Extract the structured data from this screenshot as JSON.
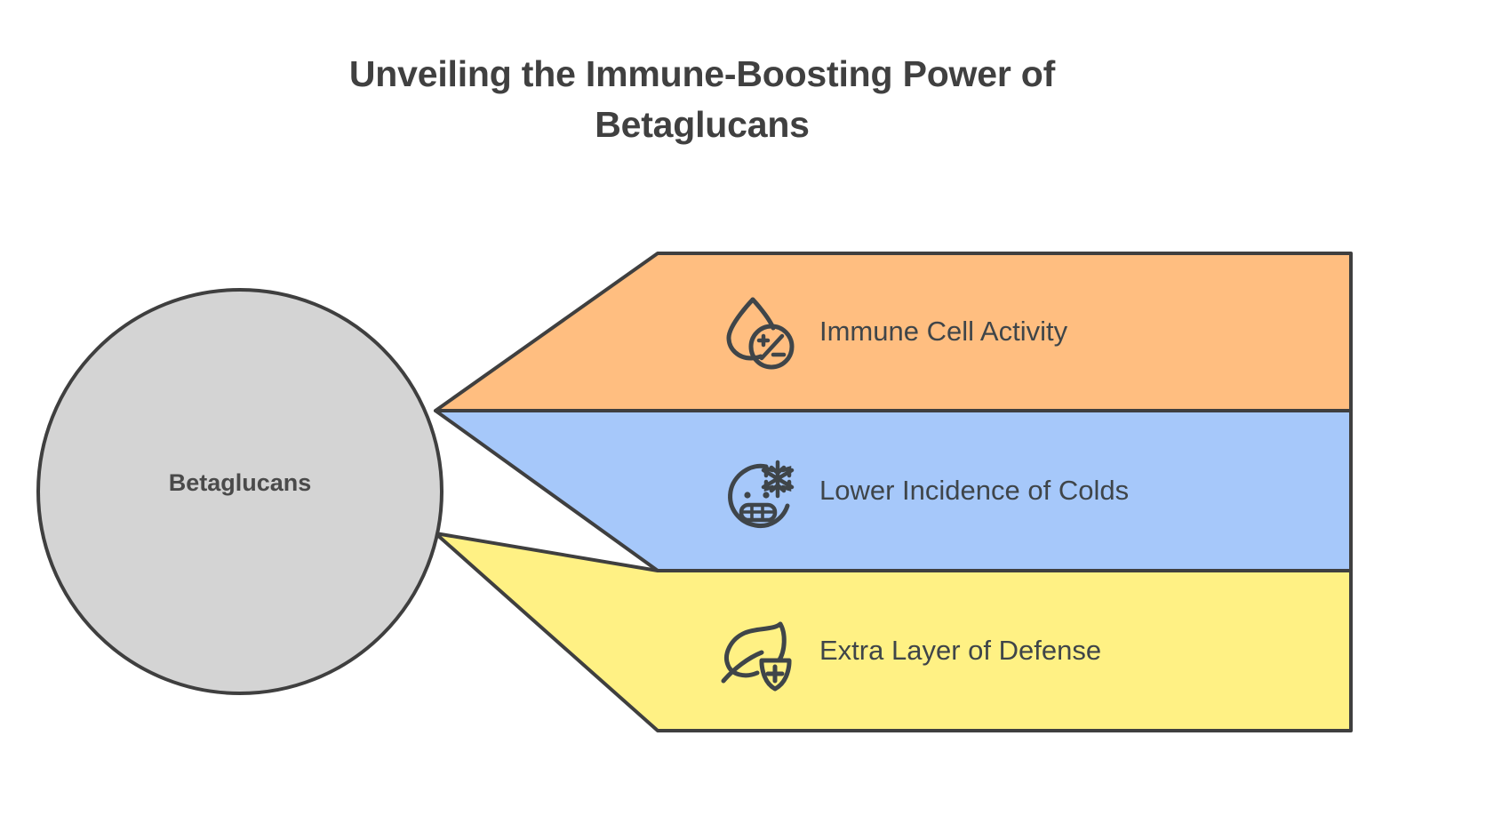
{
  "title": "Unveiling the Immune-Boosting Power of Betaglucans",
  "central_node": {
    "label": "Betaglucans",
    "shape": "circle",
    "fill": "#d4d4d4",
    "stroke": "#3f3f3f"
  },
  "branches": [
    {
      "label": "Immune Cell Activity",
      "icon": "droplet-plus-minus-icon",
      "fill": "#ffbe80",
      "stroke": "#3f3f3f"
    },
    {
      "label": "Lower Incidence of Colds",
      "icon": "cold-face-snowflake-icon",
      "fill": "#a6c8fa",
      "stroke": "#3f3f3f"
    },
    {
      "label": "Extra Layer of Defense",
      "icon": "leaf-shield-plus-icon",
      "fill": "#fff184",
      "stroke": "#3f3f3f"
    }
  ],
  "colors": {
    "background": "#ffffff",
    "title_text": "#404040",
    "label_text": "#3f4549",
    "outline": "#3f3f3f",
    "icon_stroke": "#3f4549"
  }
}
